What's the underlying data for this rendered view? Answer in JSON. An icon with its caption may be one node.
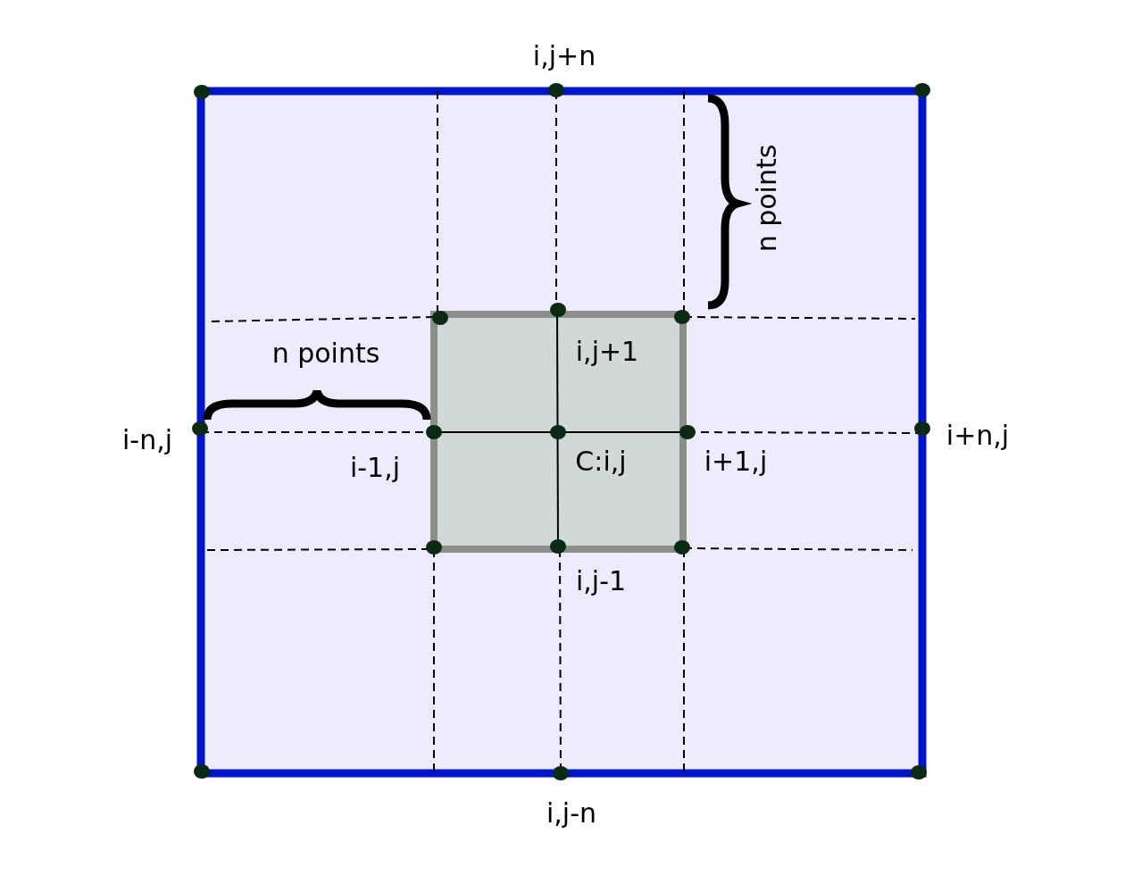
{
  "diagram": {
    "labels": [
      "i,j+n",
      "n points",
      "n points",
      "i,j+1",
      "i-n,j",
      "i-1,j",
      "C:i,j",
      "i+1,j",
      "i+n,j",
      "i,j-1",
      "i,j-n"
    ]
  }
}
